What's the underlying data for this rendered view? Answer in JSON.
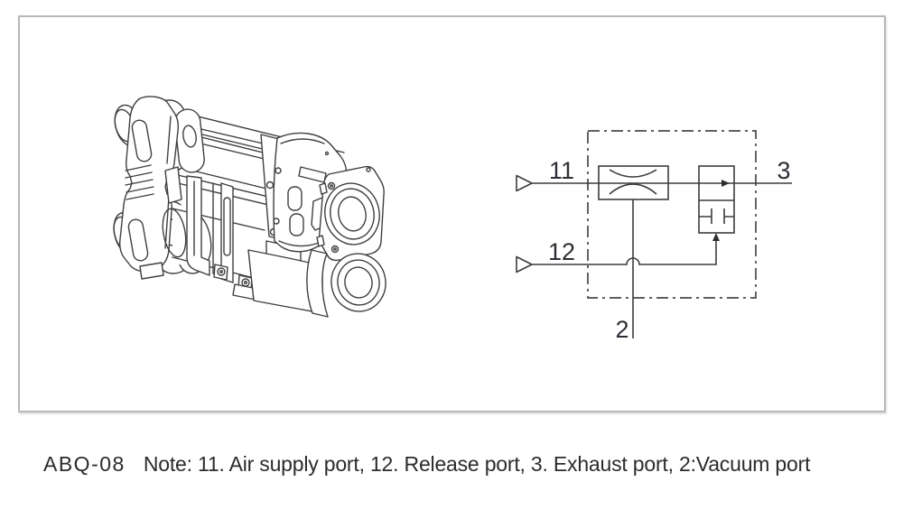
{
  "caption": {
    "model": "ABQ-08",
    "note": "Note: 11. Air supply port, 12. Release port, 3. Exhaust port, 2:Vacuum port",
    "text_color": "#2b2b2b"
  },
  "schematic": {
    "ports": {
      "air_supply": "11",
      "release": "12",
      "exhaust": "3",
      "vacuum": "2"
    },
    "line_color": "#3c3c3c",
    "boundary_color": "#4a4a4a",
    "label_color": "#2d2d35"
  },
  "frame": {
    "border_color": "#b5b8ba",
    "background": "#ffffff"
  }
}
